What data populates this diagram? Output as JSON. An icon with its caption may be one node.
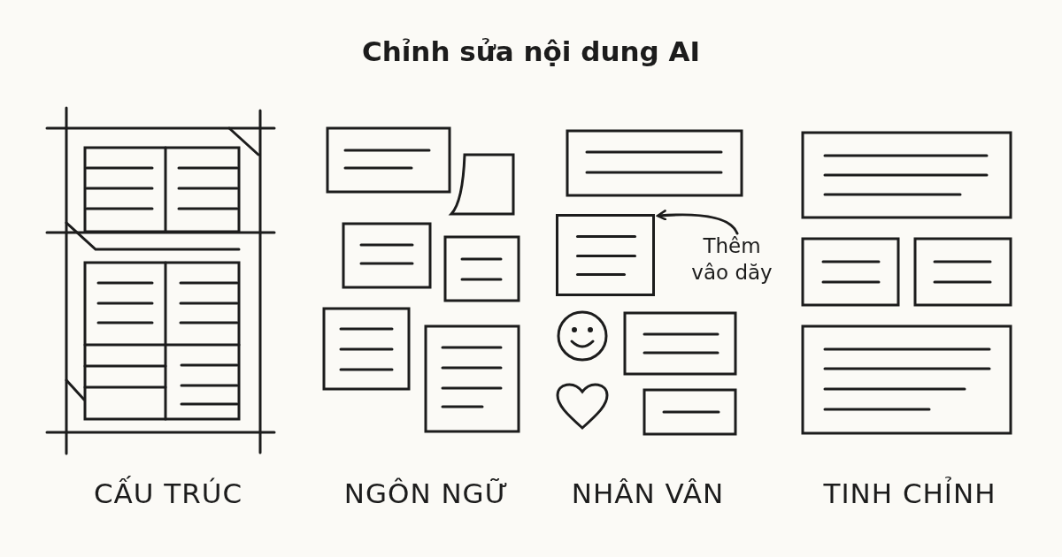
{
  "diagram": {
    "title": "Chỉnh sửa nội dung AI",
    "nodes": [
      {
        "text": [
          "Thêm vâo dăy"
        ]
      },
      {
        "text": [],
        "shape": "box"
      }
    ],
    "edges": [
      {
        "from": 0,
        "to": 1,
        "arrow": "to"
      }
    ],
    "labels": [
      "CẤU TRÚC",
      "NGÔN NGỮ",
      "NHÂN VÂN",
      "TINH CHỈNH"
    ]
  }
}
